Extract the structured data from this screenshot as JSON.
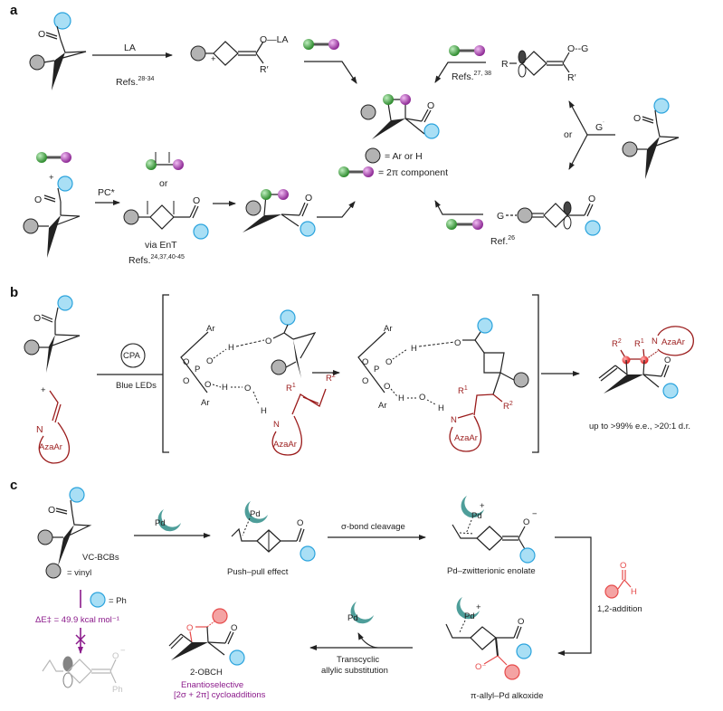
{
  "figure": {
    "panels": [
      "a",
      "b",
      "c"
    ],
    "colors": {
      "gray_substituent": "#b3b3b3",
      "blue_substituent": "#a9dff5",
      "blue_outline": "#2aa3dd",
      "green_atom": "#3a9c3a",
      "purple_atom": "#a23ca8",
      "aza_red": "#9b1c1c",
      "pd_teal": "#4e9e9a",
      "aldehyde_pink": "#f4a3a3",
      "highlight_purple": "#8b1a8b"
    }
  },
  "panel_a": {
    "label": "a",
    "lewis_acid": {
      "arrow_label": "LA",
      "refs_label": "Refs.",
      "refs_sup": "28-34",
      "intermediate_O": "O—LA",
      "intermediate_R": "R′",
      "cation": "+"
    },
    "radical_route": {
      "refs_label": "Refs.",
      "refs_sup": "27, 38",
      "O_group": "O--G",
      "R": "R",
      "R_prime": "R′"
    },
    "branch": {
      "or": "or",
      "reagent": "G",
      "reagent_sup": "˙"
    },
    "ref26": {
      "label": "Ref.",
      "sup": "26",
      "G": "G"
    },
    "photo_route": {
      "plus": "+",
      "catalyst": "PC*",
      "or": "or",
      "via": "via EnT",
      "refs_label": "Refs.",
      "refs_sup": "24,37,40-45"
    },
    "product": {
      "O": "O"
    },
    "legend": [
      {
        "symbol": "gray-circle",
        "text": "= Ar or H"
      },
      {
        "symbol": "green-purple-dumbbell",
        "text": "= 2π component"
      }
    ]
  },
  "panel_b": {
    "label": "b",
    "catalyst": "CPA",
    "condition": "Blue LEDs",
    "plus": "+",
    "ts1": {
      "Ar_top": "Ar",
      "Ar_bottom": "Ar",
      "P": "P",
      "O": "O",
      "H": "H",
      "R1": "R",
      "R1_sup": "1",
      "R2": "R",
      "R2_sup": "2",
      "N": "N",
      "aza": "AzaAr"
    },
    "product": {
      "R2": "R",
      "R2_sup": "2",
      "R1": "R",
      "R1_sup": "1",
      "N": "N",
      "aza": "AzaAr",
      "O": "O"
    },
    "selectivity": "up to >99% e.e., >20:1 d.r."
  },
  "panel_c": {
    "label": "c",
    "substrate_name": "VC-BCBs",
    "gray_legend": "= vinyl",
    "blue_legend": "= Ph",
    "energy_label": "ΔE‡ = 49.9 kcal mol⁻¹",
    "pd": "Pd",
    "push_pull": "Push–pull effect",
    "sigma_cleavage": "σ-bond cleavage",
    "zwitterion": "Pd–zwitterionic enolate",
    "addition": "1,2-addition",
    "alkoxide": "π-allyl–Pd alkoxide",
    "transcyclic_1": "Transcyclic",
    "transcyclic_2": "allylic substitution",
    "product_name": "2-OBCH",
    "product_desc_1": "Enantioselective",
    "product_desc_2": "[2σ + 2π] cycloadditions",
    "cation_ph": "Ph",
    "O_minus": "O⁻",
    "O": "O",
    "H": "H",
    "plus": "+"
  }
}
